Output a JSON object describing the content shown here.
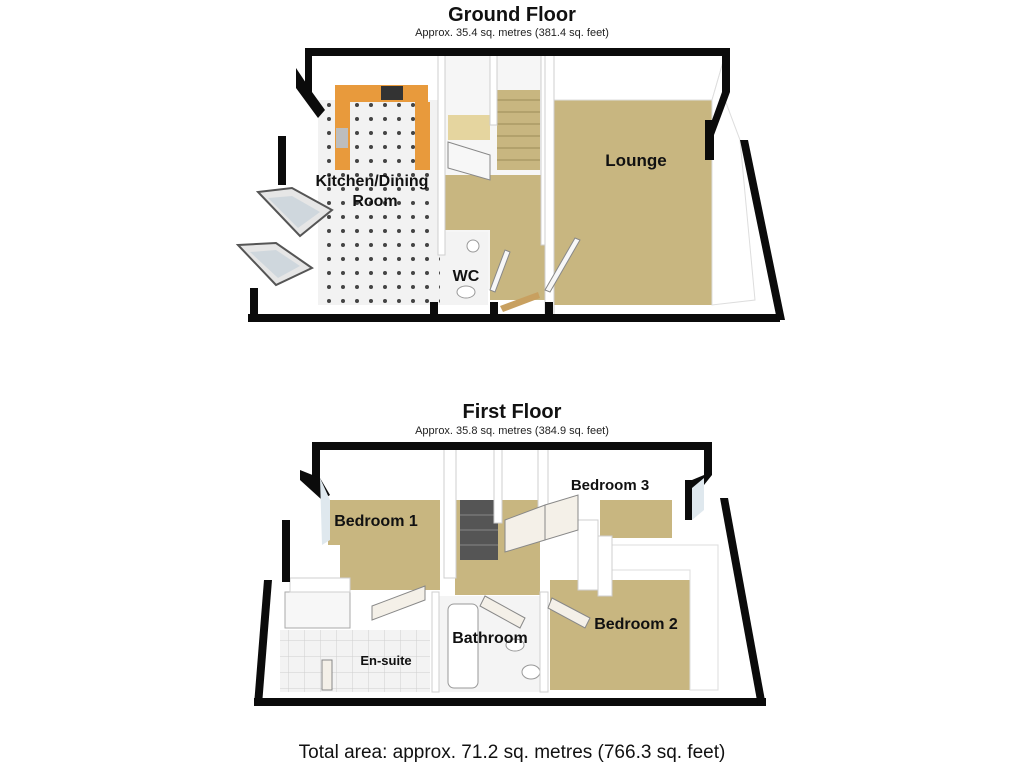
{
  "ground_floor": {
    "title": "Ground Floor",
    "area": "Approx. 35.4 sq. metres (381.4 sq. feet)",
    "rooms": {
      "kitchen_line1": "Kitchen/Dining",
      "kitchen_line2": "Room",
      "lounge": "Lounge",
      "wc": "WC"
    }
  },
  "first_floor": {
    "title": "First Floor",
    "area": "Approx. 35.8 sq. metres (384.9 sq. feet)",
    "rooms": {
      "bedroom1": "Bedroom 1",
      "bedroom2": "Bedroom 2",
      "bedroom3": "Bedroom 3",
      "bathroom": "Bathroom",
      "ensuite": "En-suite"
    }
  },
  "total_area": "Total area: approx. 71.2 sq. metres (766.3 sq. feet)",
  "colors": {
    "wall": "#0b0b0b",
    "carpet": "#c8b680",
    "worktop": "#e89a3c",
    "tile": "#f1f1f1",
    "inner_wall": "#ffffff"
  }
}
